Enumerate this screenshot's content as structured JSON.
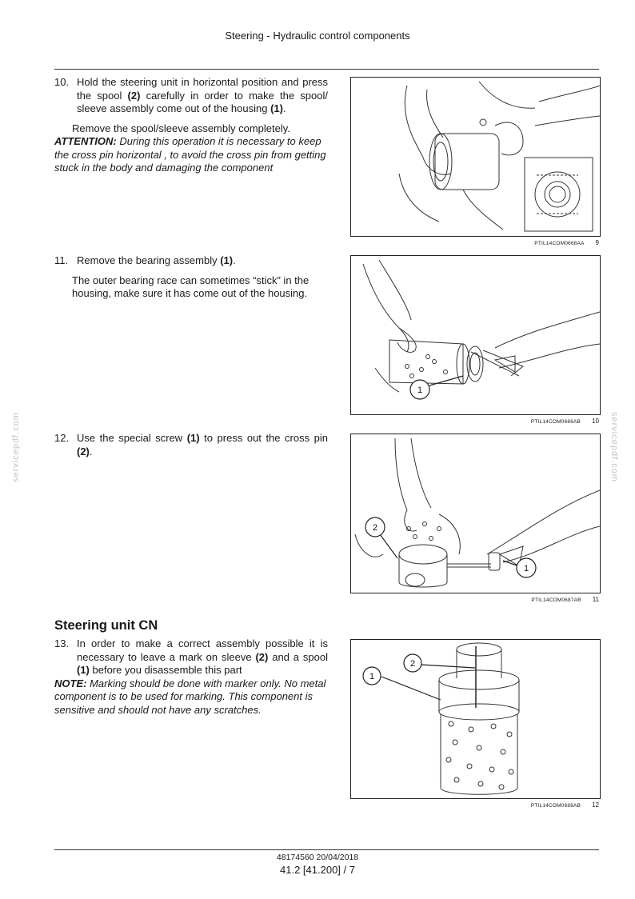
{
  "header": {
    "title": "Steering - Hydraulic control components"
  },
  "steps": [
    {
      "number": "10.",
      "line1": "Hold the steering unit in horizontal position and press the spool ",
      "ref1": "(2)",
      "line2": " carefully in order to make the spool/ sleeve assembly come out of the housing ",
      "ref2": "(1)",
      "line3": ".",
      "extra": "Remove the spool/sleeve assembly completely.",
      "note_label": "ATTENTION:",
      "note_text": " During this operation it is necessary to keep the cross pin horizontal , to avoid the cross pin from getting stuck in the body and damaging the component"
    },
    {
      "number": "11.",
      "line1": "Remove the bearing assembly ",
      "ref1": "(1)",
      "line3": ".",
      "extra": "The outer bearing race can sometimes “stick” in the housing, make sure it has come out of the housing."
    },
    {
      "number": "12.",
      "line1": "Use the special screw ",
      "ref1": "(1)",
      "line2": " to press out the cross pin ",
      "ref2": "(2)",
      "line3": "."
    },
    {
      "number": "13.",
      "line1": "In order to make a correct assembly possible it is necessary to leave a mark on sleeve ",
      "ref1": "(2)",
      "line2": " and a spool ",
      "ref2": "(1)",
      "line3": " before you disassemble this part",
      "note_label": "NOTE:",
      "note_text": " Marking should be done with marker only. No metal component is to be used for marking. This component is sensitive and should not have any scratches."
    }
  ],
  "section": {
    "title": "Steering unit CN"
  },
  "figures": [
    {
      "code": "PTIL14COM0668AA",
      "number": "9",
      "callouts": []
    },
    {
      "code": "PTIL14COM0686AB",
      "number": "10",
      "callouts": [
        "1"
      ]
    },
    {
      "code": "PTIL14COM0687AB",
      "number": "11",
      "callouts": [
        "2",
        "1"
      ]
    },
    {
      "code": "PTIL14COM0688AB",
      "number": "12",
      "callouts": [
        "2",
        "1"
      ]
    }
  ],
  "watermark": "servicepdf.com",
  "footer": {
    "doc_code": "48174560 20/04/2018",
    "page": "41.2 [41.200] / 7"
  }
}
